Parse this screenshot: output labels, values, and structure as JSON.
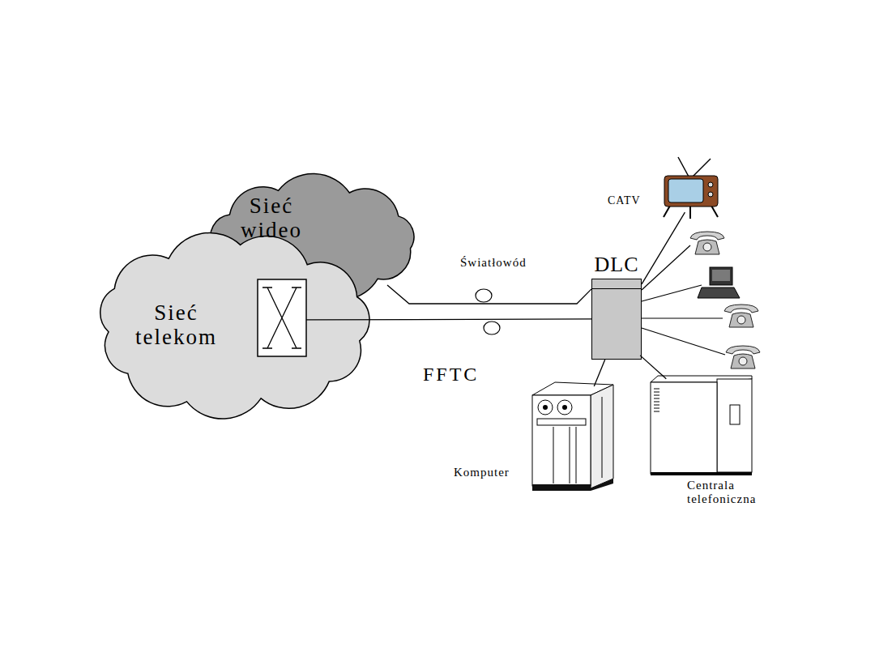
{
  "diagram": {
    "nodes": [
      {
        "text": [
          "Sieć wideo"
        ]
      },
      {
        "text": [
          "Sieć telekom"
        ]
      },
      {
        "text": [
          "DLC"
        ]
      },
      {
        "text": [
          "CATV"
        ]
      },
      {
        "text": [
          "Komputer"
        ]
      },
      {
        "text": [
          "Centrala telefoniczna"
        ]
      }
    ],
    "edges": [
      {
        "from": 0,
        "to": 2,
        "arrow": "none"
      },
      {
        "from": 1,
        "to": 2,
        "arrow": "none"
      },
      {
        "from": 2,
        "to": 3,
        "arrow": "none"
      },
      {
        "from": 2,
        "to": 4,
        "arrow": "none"
      },
      {
        "from": 2,
        "to": 5,
        "arrow": "none"
      }
    ],
    "labels": [
      "Światłowód",
      "FFTC"
    ]
  }
}
